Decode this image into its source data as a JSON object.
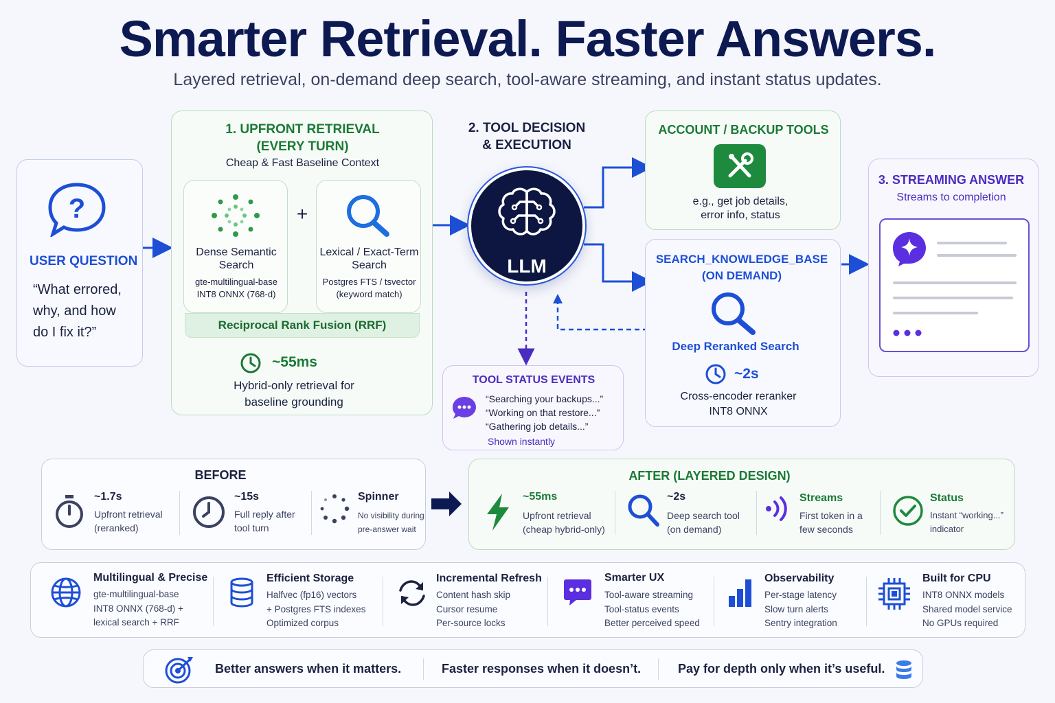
{
  "title": "Smarter Retrieval. Faster Answers.",
  "subtitle": "Layered retrieval, on-demand deep search, tool-aware streaming, and instant status updates.",
  "user_question": {
    "heading": "USER QUESTION",
    "lines": [
      "“What errored,",
      "why, and how",
      "do I fix it?”"
    ],
    "icon": "question-bubble-icon"
  },
  "upfront": {
    "heading_1": "1. UPFRONT RETRIEVAL",
    "heading_2": "(EVERY TURN)",
    "caption": "Cheap & Fast Baseline Context",
    "dense": {
      "title_1": "Dense Semantic",
      "title_2": "Search",
      "detail_1": "gte-multilingual-base",
      "detail_2": "INT8 ONNX (768-d)"
    },
    "plus": "+",
    "lexical": {
      "title_1": "Lexical / Exact-Term",
      "title_2": "Search",
      "detail_1": "Postgres FTS / tsvector",
      "detail_2": "(keyword match)"
    },
    "rrf": "Reciprocal Rank Fusion (RRF)",
    "timing": "~55ms",
    "note_1": "Hybrid-only retrieval for",
    "note_2": "baseline grounding"
  },
  "tool_decision": {
    "heading_1": "2. TOOL DECISION",
    "heading_2": "& EXECUTION",
    "llm_label": "LLM"
  },
  "account_tools": {
    "heading": "ACCOUNT / BACKUP TOOLS",
    "line_1": "e.g., get job details,",
    "line_2": "error info, status",
    "icon_color": "#1e8a3e"
  },
  "search_kb": {
    "heading_1": "SEARCH_KNOWLEDGE_BASE",
    "heading_2": "(ON DEMAND)",
    "label": "Deep Reranked Search",
    "timing": "~2s",
    "note_1": "Cross-encoder reranker",
    "note_2": "INT8 ONNX"
  },
  "status_events": {
    "heading": "TOOL STATUS EVENTS",
    "lines": [
      "“Searching your backups...”",
      "“Working on that restore...”",
      "“Gathering job details...”"
    ],
    "footer": "Shown instantly"
  },
  "streaming": {
    "heading": "3. STREAMING ANSWER",
    "caption": "Streams to completion",
    "accent": "#5b2ee0"
  },
  "before": {
    "heading": "BEFORE",
    "items": [
      {
        "value": "~1.7s",
        "line_1": "Upfront retrieval",
        "line_2": "(reranked)"
      },
      {
        "value": "~15s",
        "line_1": "Full reply after",
        "line_2": "tool turn"
      },
      {
        "value": "Spinner",
        "line_1": "No visibility during",
        "line_2": "pre-answer wait"
      }
    ]
  },
  "after": {
    "heading": "AFTER (LAYERED DESIGN)",
    "items": [
      {
        "value": "~55ms",
        "line_1": "Upfront retrieval",
        "line_2": "(cheap hybrid-only)"
      },
      {
        "value": "~2s",
        "line_1": "Deep search tool",
        "line_2": "(on demand)"
      },
      {
        "value": "Streams",
        "line_1": "First token in a",
        "line_2": "few seconds"
      },
      {
        "value": "Status",
        "line_1": "Instant “working...”",
        "line_2": "indicator"
      }
    ]
  },
  "features": [
    {
      "title": "Multilingual & Precise",
      "lines": [
        "gte-multilingual-base",
        "INT8 ONNX (768-d) +",
        "lexical search + RRF"
      ],
      "icon": "globe-icon"
    },
    {
      "title": "Efficient Storage",
      "lines": [
        "Halfvec (fp16) vectors",
        "+ Postgres FTS indexes",
        "Optimized corpus"
      ],
      "icon": "database-icon"
    },
    {
      "title": "Incremental Refresh",
      "lines": [
        "Content hash skip",
        "Cursor resume",
        "Per-source locks"
      ],
      "icon": "refresh-icon"
    },
    {
      "title": "Smarter UX",
      "lines": [
        "Tool-aware streaming",
        "Tool-status events",
        "Better perceived speed"
      ],
      "icon": "chat-bubble-icon"
    },
    {
      "title": "Observability",
      "lines": [
        "Per-stage latency",
        "Slow turn alerts",
        "Sentry integration"
      ],
      "icon": "bar-chart-icon"
    },
    {
      "title": "Built for CPU",
      "lines": [
        "INT8 ONNX models",
        "Shared model service",
        "No GPUs required"
      ],
      "icon": "cpu-chip-icon"
    }
  ],
  "footer": {
    "parts": [
      "Better answers when it matters.",
      "Faster responses when it doesn’t.",
      "Pay for depth only when it’s useful."
    ]
  },
  "colors": {
    "green": "#1b7a35",
    "blue": "#1d4fd6",
    "purple": "#4a2cc0",
    "navy": "#0d1a52"
  }
}
